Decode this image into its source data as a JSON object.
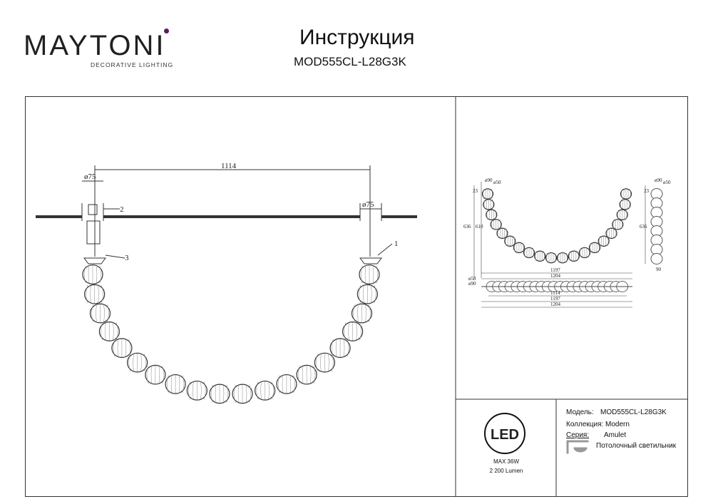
{
  "brand": {
    "name": "MAYTONI",
    "tagline": "DECORATIVE LIGHTING",
    "accent": "#5b1a5e"
  },
  "header": {
    "title": "Инструкция",
    "model": "MOD555CL-L28G3K"
  },
  "drawing": {
    "main": {
      "width_dim": "1114",
      "left_dia": "ø75",
      "right_dia": "ø75",
      "callouts": [
        "1",
        "2",
        "3"
      ]
    },
    "mini": {
      "dia_top": "ø90",
      "dia_inner": "ø50",
      "d23": "23",
      "h636": "636",
      "h610": "610",
      "w1197": "1197",
      "w1204": "1204",
      "w1114": "1114",
      "side_w": "90",
      "d58": "ø58",
      "d90": "ø90"
    }
  },
  "spec": {
    "led": "LED",
    "power": "MAX 36W",
    "lumen": "2 200 Lumen"
  },
  "info": {
    "model_label": "Модель:",
    "model_value": "MOD555CL-L28G3K",
    "collection_label": "Коллекция:",
    "collection_value": "Modern",
    "series_label": "Серия:",
    "series_value": "Amulet",
    "type": "Потолочный светильник"
  }
}
